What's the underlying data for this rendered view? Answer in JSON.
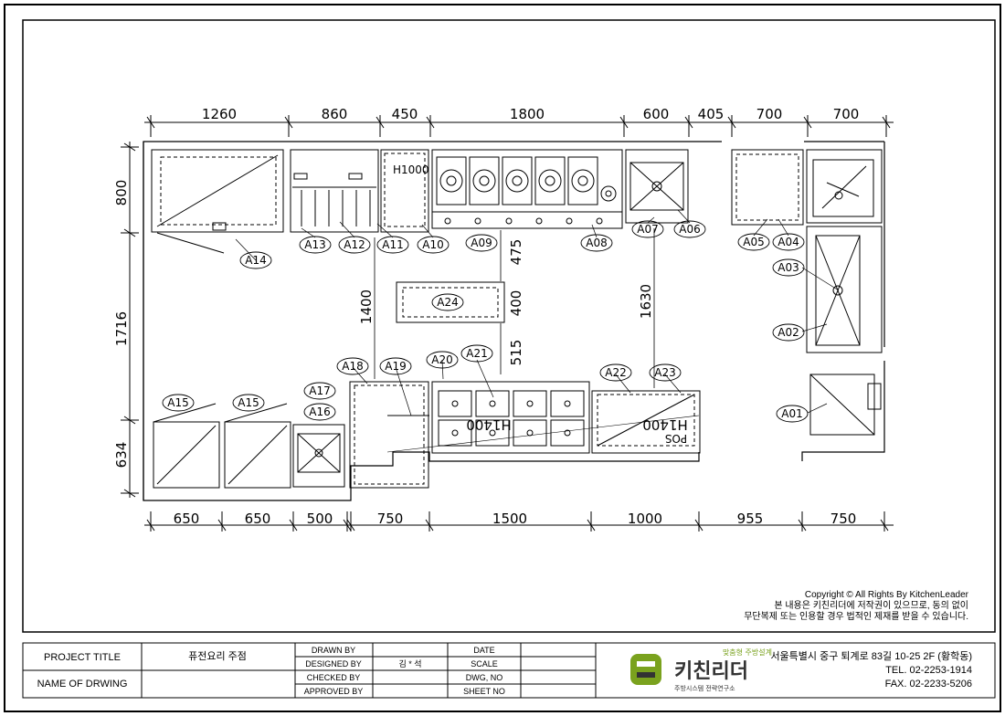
{
  "dimensions": {
    "top": [
      "1260",
      "860",
      "450",
      "1800",
      "600",
      "405",
      "700",
      "700"
    ],
    "bottom": [
      "650",
      "650",
      "500",
      "750",
      "1500",
      "1000",
      "955",
      "750"
    ],
    "left": [
      "800",
      "1716",
      "634"
    ],
    "inner": [
      "1400",
      "475",
      "400",
      "515",
      "1630"
    ],
    "heights": [
      "H1000",
      "H1400",
      "H1400"
    ]
  },
  "tags": {
    "A01": "A01",
    "A02": "A02",
    "A03": "A03",
    "A04": "A04",
    "A05": "A05",
    "A06": "A06",
    "A07": "A07",
    "A08": "A08",
    "A09": "A09",
    "A10": "A10",
    "A11": "A11",
    "A12": "A12",
    "A13": "A13",
    "A14": "A14",
    "A15a": "A15",
    "A15b": "A15",
    "A16": "A16",
    "A17": "A17",
    "A18": "A18",
    "A19": "A19",
    "A20": "A20",
    "A21": "A21",
    "A22": "A22",
    "A23": "A23",
    "A24": "A24"
  },
  "pos_label": "POS",
  "copyright": {
    "line1": "Copyright © All Rights By KitchenLeader",
    "line2": "본 내용은 키친리더에 저작권이 있으므로, 동의 없이",
    "line3": "무단복제 또는 인용할 경우 법적인 제재를 받을 수 있습니다."
  },
  "title_block": {
    "project_title_label": "PROJECT TITLE",
    "project_title_value": "퓨전요리 주점",
    "name_of_drawing_label": "NAME OF DRWING",
    "drawn_by": "DRAWN BY",
    "designed_by": "DESIGNED BY",
    "designer": "김 * 석",
    "checked_by": "CHECKED BY",
    "approved_by": "APPROVED BY",
    "date": "DATE",
    "scale": "SCALE",
    "dwg_no": "DWG, NO",
    "sheet_no": "SHEET NO"
  },
  "company": {
    "slogan": "맞춤형 주방설계",
    "brand": "키친리더",
    "subtitle": "주방시스템 전략연구소",
    "address": "서울특별시 중구 퇴계로 83길 10-25 2F (황학동)",
    "tel": "TEL. 02-2253-1914",
    "fax": "FAX. 02-2233-5206",
    "brand_green": "#7aa21e",
    "brand_dark": "#333333"
  }
}
